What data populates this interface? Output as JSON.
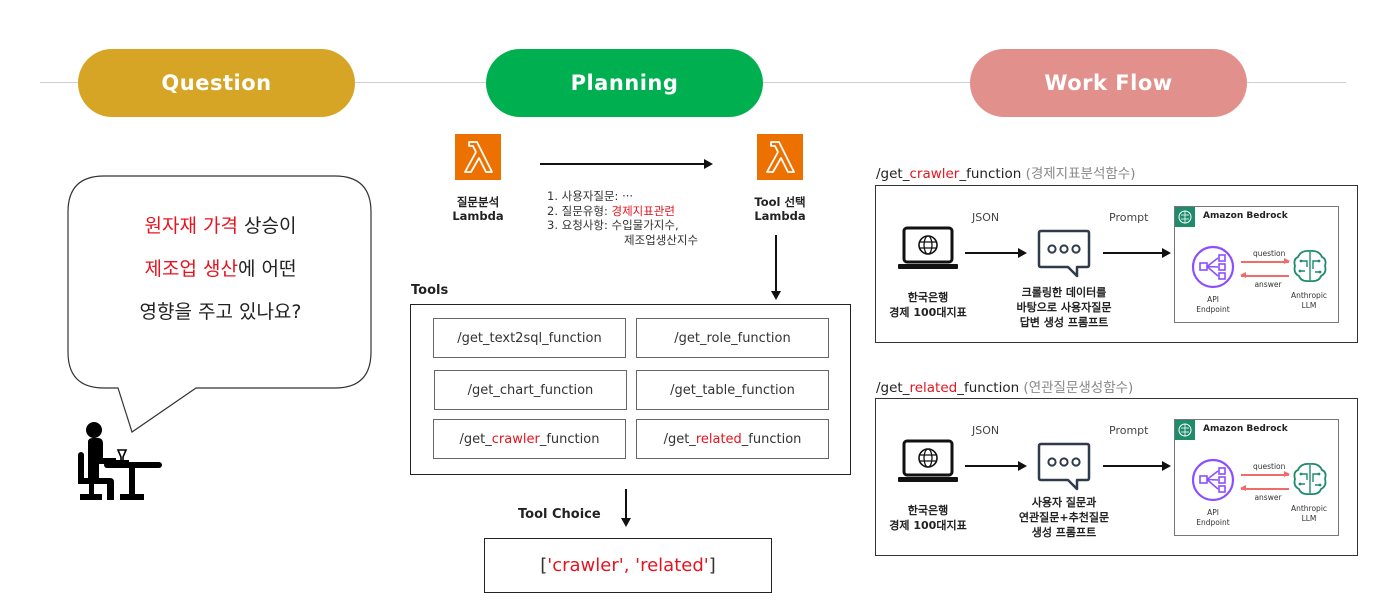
{
  "sections": {
    "question": {
      "label": "Question",
      "color": "#d6a526"
    },
    "planning": {
      "label": "Planning",
      "color": "#00b050"
    },
    "workflow": {
      "label": "Work Flow",
      "color": "#e2908c"
    }
  },
  "question": {
    "line1_red": "원자재 가격",
    "line1_rest": " 상승이",
    "line2_red": "제조업 생산",
    "line2_rest": "에 어떤",
    "line3": "영향을 주고 있나요?",
    "person_icon": "person-at-desk-icon"
  },
  "planning": {
    "lambda1": {
      "label_line1": "질문분석",
      "label_line2": "Lambda",
      "icon": "aws-lambda-icon"
    },
    "lambda2": {
      "label_line1": "Tool 선택",
      "label_line2": "Lambda",
      "icon": "aws-lambda-icon"
    },
    "analysis": {
      "item1_key": "1. 사용자질문: ",
      "item1_val": "···",
      "item2_key": "2. 질문유형: ",
      "item2_val": "경제지표관련",
      "item3_key": "3. 요청사항: ",
      "item3_val_line1": "수입물가지수,",
      "item3_val_line2": "제조업생산지수"
    },
    "tools_title": "Tools",
    "tools": [
      {
        "prefix": "/get_text2sql_function",
        "highlight": "",
        "suffix": ""
      },
      {
        "prefix": "/get_role_function",
        "highlight": "",
        "suffix": ""
      },
      {
        "prefix": "/get_chart_function",
        "highlight": "",
        "suffix": ""
      },
      {
        "prefix": "/get_table_function",
        "highlight": "",
        "suffix": ""
      },
      {
        "prefix": "/get_",
        "highlight": "crawler",
        "suffix": "_function"
      },
      {
        "prefix": "/get_",
        "highlight": "related",
        "suffix": "_function"
      }
    ],
    "tool_choice_label": "Tool Choice",
    "tool_choice_open": "[",
    "tool_choice_value": "'crawler', 'related'",
    "tool_choice_close": "]"
  },
  "workflow": {
    "flows": [
      {
        "title_prefix": "/get_",
        "title_highlight": "crawler",
        "title_suffix": "_function",
        "title_desc": " (경제지표분석함수)",
        "source_line1": "한국은행",
        "source_line2": "경제 100대지표",
        "edge1_label": "JSON",
        "prompt_line1": "크롤링한 데이터를",
        "prompt_line2": "바탕으로 사용자질문",
        "prompt_line3": "답변 생성 프롬프트",
        "edge2_label": "Prompt",
        "bedrock_title": "Amazon Bedrock",
        "question_label": "question",
        "answer_label": "answer",
        "api_line1": "API",
        "api_line2": "Endpoint",
        "llm_line1": "Anthropic",
        "llm_line2": "LLM"
      },
      {
        "title_prefix": "/get_",
        "title_highlight": "related",
        "title_suffix": "_function",
        "title_desc": " (연관질문생성함수)",
        "source_line1": "한국은행",
        "source_line2": "경제 100대지표",
        "edge1_label": "JSON",
        "prompt_line1": "사용자 질문과",
        "prompt_line2": "연관질문+추천질문",
        "prompt_line3": "생성 프롬프트",
        "edge2_label": "Prompt",
        "bedrock_title": "Amazon Bedrock",
        "question_label": "question",
        "answer_label": "answer",
        "api_line1": "API",
        "api_line2": "Endpoint",
        "llm_line1": "Anthropic",
        "llm_line2": "LLM"
      }
    ]
  },
  "colors": {
    "highlight_red": "#e5141f",
    "lambda_orange": "#ed7100",
    "bedrock_green": "#1e8c6a",
    "api_purple": "#8c4fff",
    "arrow_red": "#f26b6b"
  }
}
